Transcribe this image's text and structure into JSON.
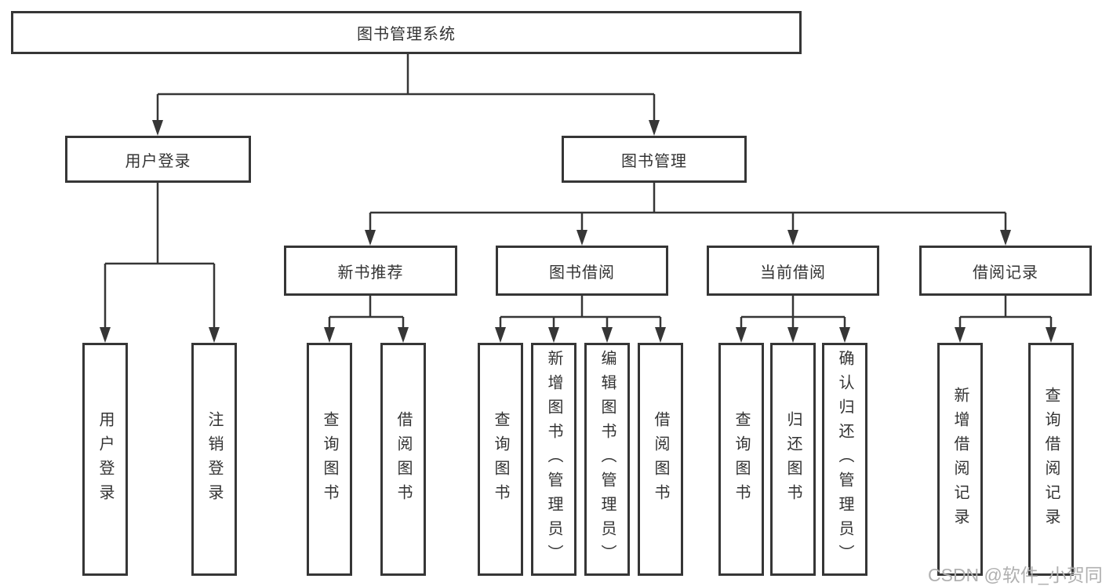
{
  "colors": {
    "line": "#363636",
    "text": "#333333",
    "watermark": "#b0b0b0",
    "background": "#ffffff"
  },
  "tree": {
    "root": "图书管理系统",
    "branches": [
      {
        "label": "用户登录",
        "leaves": [
          "用户登录",
          "注销登录"
        ]
      },
      {
        "label": "图书管理",
        "groups": [
          {
            "label": "新书推荐",
            "leaves": [
              "查询图书",
              "借阅图书"
            ]
          },
          {
            "label": "图书借阅",
            "leaves": [
              "查询图书",
              "新增图书（管理员）",
              "编辑图书（管理员）",
              "借阅图书"
            ]
          },
          {
            "label": "当前借阅",
            "leaves": [
              "查询图书",
              "归还图书",
              "确认归还（管理员）"
            ]
          },
          {
            "label": "借阅记录",
            "leaves": [
              "新增借阅记录",
              "查询借阅记录"
            ]
          }
        ]
      }
    ]
  },
  "watermark": "CSDN @软件_小贺同学"
}
